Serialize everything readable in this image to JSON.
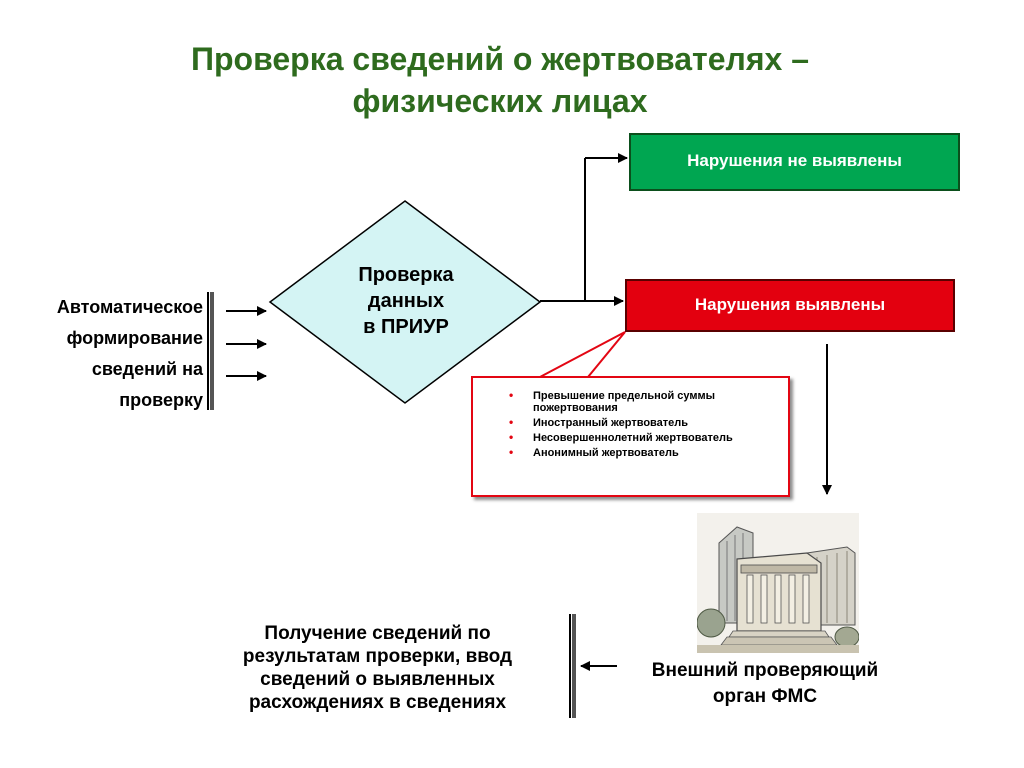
{
  "title": {
    "line1": "Проверка сведений о жертвователях –",
    "line2": "физических лицах"
  },
  "left_block": {
    "lines": [
      "Автоматическое",
      "формирование",
      "сведений на",
      "проверку"
    ]
  },
  "decision": {
    "lines": [
      "Проверка",
      "данных",
      "в ПРИУР"
    ]
  },
  "outcome_ok": {
    "label": "Нарушения не выявлены",
    "color": "#00a651"
  },
  "outcome_bad": {
    "label": "Нарушения выявлены",
    "color": "#e3000f"
  },
  "violations": {
    "items": [
      "Превышение предельной суммы пожертвования",
      "Иностранный жертвователь",
      "Несовершеннолетний жертвователь",
      "Анонимный жертвователь"
    ],
    "bullet": "•",
    "border_color": "#e30613"
  },
  "fms": {
    "lines": [
      "Внешний проверяющий",
      "орган ФМС"
    ],
    "image_icon": "government-building-icon"
  },
  "result": {
    "lines": [
      "Получение сведений по",
      "результатам проверки, ввод",
      "сведений о выявленных",
      "расхождениях в сведениях"
    ]
  },
  "colors": {
    "title": "#2e6b1e",
    "diamond_fill": "#d4f4f4"
  }
}
